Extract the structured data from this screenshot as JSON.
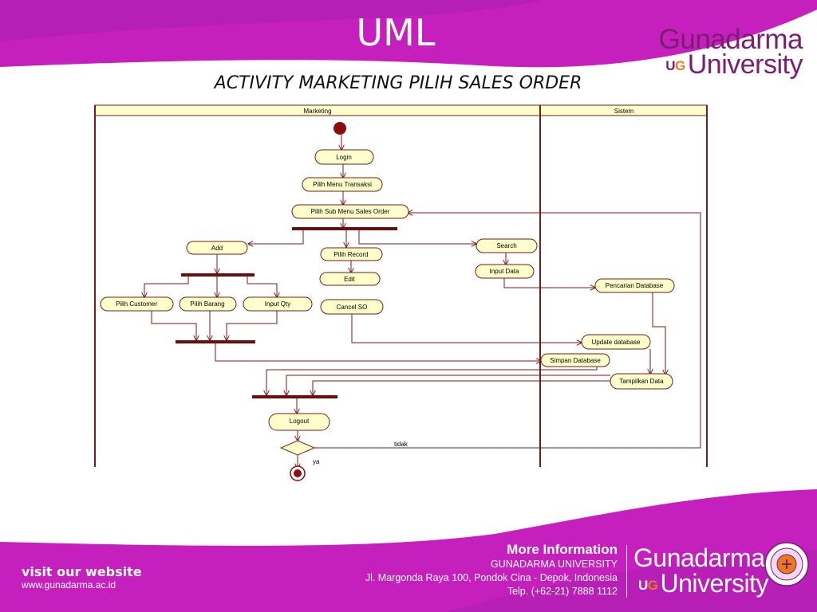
{
  "slide": {
    "title": "UML",
    "subtitle": "ACTIVITY MARKETING PILIH SALES ORDER"
  },
  "brand": {
    "name_top": "Gunadarma",
    "name_bottom": "University",
    "ug_u": "U",
    "ug_g": "G"
  },
  "footer": {
    "visit_label": "visit our website",
    "website": "www.gunadarma.ac.id",
    "more_info": "More Information",
    "org": "GUNADARMA UNIVERSITY",
    "address": "Jl. Margonda Raya 100, Pondok Cina - Depok, Indonesia",
    "phone": "Telp. (+62-21) 7888 1112"
  },
  "colors": {
    "magenta": "#c51fbd",
    "magenta_dark": "#9e1aa0",
    "activity_fill": "#ffffcc",
    "activity_stroke": "#7a1a1a",
    "lane_header": "#ffffcc",
    "bar": "#6e0d0d"
  },
  "diagram": {
    "lanes": [
      "Marketing",
      "Sistem"
    ],
    "activities": {
      "login": "Login",
      "menu_transaksi": "Pilih Menu Transaksi",
      "sub_menu": "Pilih Sub Menu Sales Order",
      "add": "Add",
      "pilih_record": "Pilih Record",
      "search": "Search",
      "edit": "Edit",
      "input_data": "Input Data",
      "pencarian": "Pencarian Database",
      "pilih_customer": "Pilih Customer",
      "pilih_barang": "Pilih Barang",
      "input_qty": "Input Qty",
      "cancel_so": "Cancel SO",
      "update_db": "Update database",
      "simpan_db": "Simpan Database",
      "tampilkan": "Tampilkan Data",
      "logout": "Logout"
    },
    "guards": {
      "no": "tidak",
      "yes": "ya"
    }
  }
}
